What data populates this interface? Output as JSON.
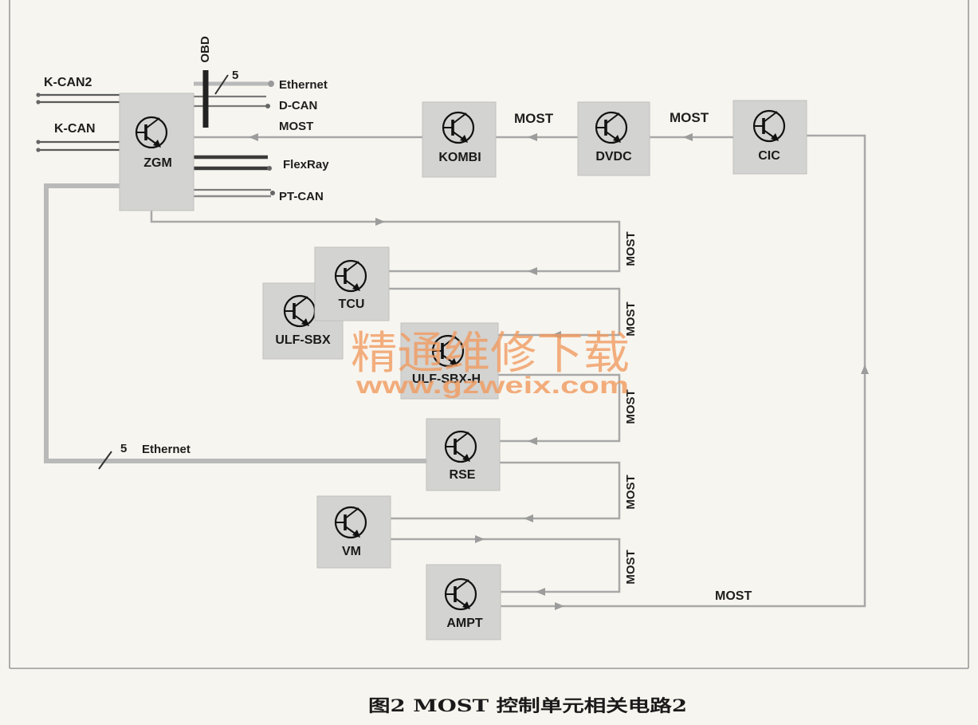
{
  "nodes": {
    "zgm": "ZGM",
    "kombi": "KOMBI",
    "dvdc": "DVDC",
    "cic": "CIC",
    "tcu": "TCU",
    "ulf_sbx": "ULF-SBX",
    "ulf_sbx_h": "ULF-SBX-H",
    "rse": "RSE",
    "vm": "VM",
    "ampt": "AMPT"
  },
  "buses": {
    "k_can2": "K-CAN2",
    "k_can": "K-CAN",
    "obd": "OBD",
    "obd_wires": "5",
    "ethernet": "Ethernet",
    "d_can": "D-CAN",
    "most": "MOST",
    "flexray": "FlexRay",
    "pt_can": "PT-CAN"
  },
  "most_ring": {
    "kombi_dvdc": "MOST",
    "dvdc_cic": "MOST",
    "zgm_tcu": "MOST",
    "tcu_ulf": "MOST",
    "ulf_rse": "MOST",
    "rse_vm": "MOST",
    "vm_ampt": "MOST",
    "ampt_cic": "MOST"
  },
  "ethernet_loop": {
    "wires": "5",
    "label": "Ethernet"
  },
  "watermark": {
    "title": "精通维修下载",
    "url": "www.gzweix.com"
  },
  "figure": {
    "caption": "图2  MOST 控制单元相关电路2"
  },
  "colors": {
    "background": "#f7f5ef",
    "box_fill": "#d3d3d1",
    "most_line": "#a8a8a8",
    "ethernet_line": "#b9b9b9",
    "watermark": "#f19a5e"
  }
}
